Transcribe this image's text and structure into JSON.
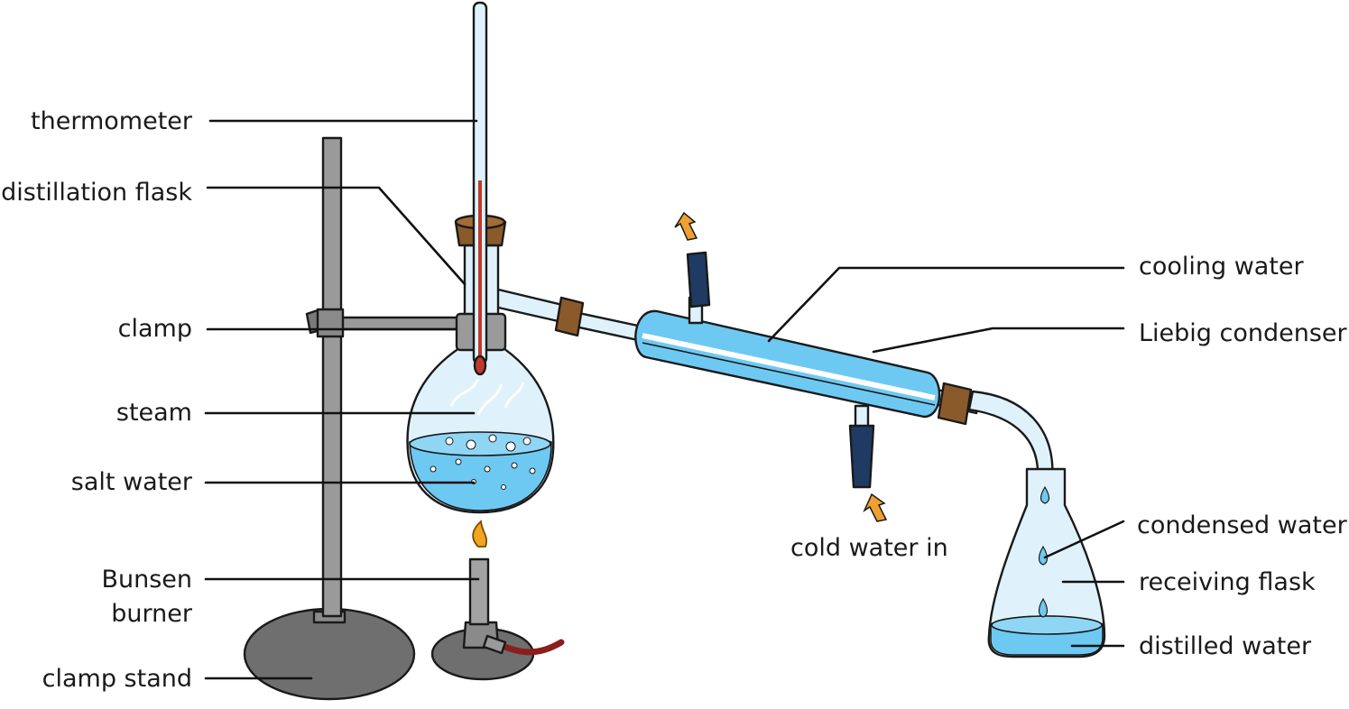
{
  "labels": {
    "thermometer": "thermometer",
    "distillation_flask": "distillation flask",
    "clamp": "clamp",
    "steam": "steam",
    "salt_water": "salt water",
    "bunsen_burner_line1": "Bunsen",
    "bunsen_burner_line2": "burner",
    "clamp_stand": "clamp stand",
    "cooling_water": "cooling water",
    "liebig_condenser": "Liebig condenser",
    "cold_water_in": "cold water in",
    "condensed_water": "condensed water",
    "receiving_flask": "receiving flask",
    "distilled_water": "distilled water"
  },
  "colors": {
    "water": "#6ec9f2",
    "glass": "#dff2fb",
    "stand": "#8a8a8a",
    "base": "#6f6f6f",
    "cork": "#8b5a2b",
    "hose": "#1f3b63",
    "flame": "#f2a51e",
    "thermometer_liquid": "#c0392b",
    "arrow": "#f0a030"
  }
}
